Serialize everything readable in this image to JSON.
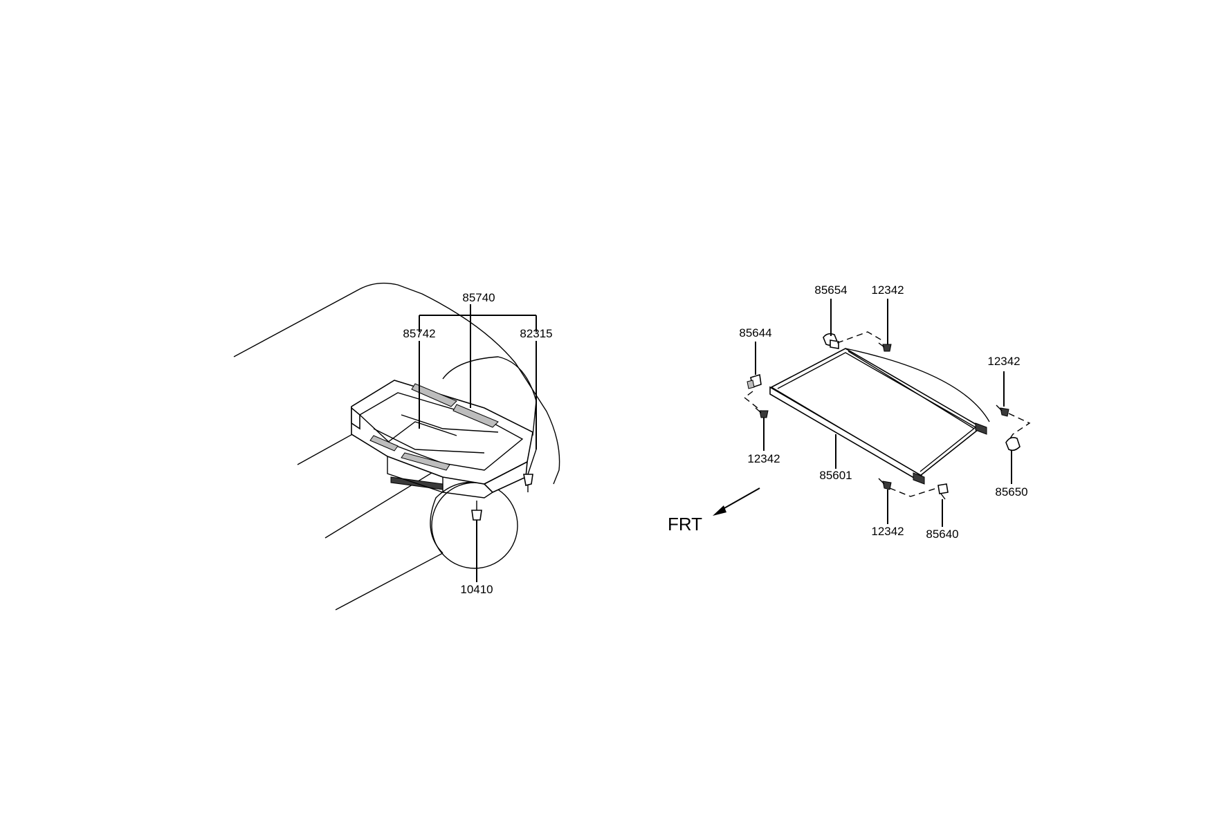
{
  "parts": {
    "p85740": "85740",
    "p85742": "85742",
    "p82315": "82315",
    "p10410": "10410",
    "p85654": "85654",
    "p12342_top": "12342",
    "p85644": "85644",
    "p12342_left": "12342",
    "p85601": "85601",
    "p12342_bottom": "12342",
    "p85640": "85640",
    "p12342_right": "12342",
    "p85650": "85650"
  },
  "direction": {
    "label": "FRT"
  }
}
